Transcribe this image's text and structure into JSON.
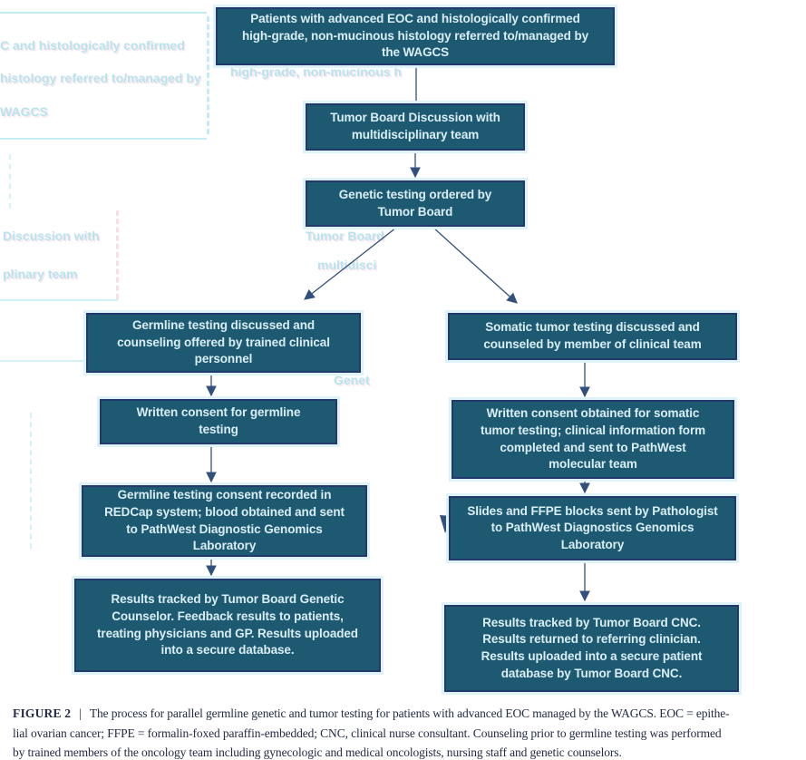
{
  "colors": {
    "node_fill": "#1d5a72",
    "node_border": "#24396b",
    "node_text": "#d9edf4",
    "halo": "#ddf3f9",
    "arrow": "#32507c",
    "caption": "#232c46",
    "ghost": "#9fdbe8"
  },
  "flowchart": {
    "nodes": [
      {
        "id": "patients",
        "text": "Patients with advanced EOC and histologically confirmed\nhigh-grade, non-mucinous histology referred to/managed by\nthe WAGCS"
      },
      {
        "id": "tumor-board",
        "text": "Tumor Board Discussion with\nmultidisciplinary team"
      },
      {
        "id": "genetic",
        "text": "Genetic testing ordered by\nTumor Board"
      },
      {
        "id": "germline-discussed",
        "text": "Germline testing discussed and\ncounseling offered by trained clinical\npersonnel"
      },
      {
        "id": "germline-consent",
        "text": "Written consent for germline\ntesting"
      },
      {
        "id": "germline-recorded",
        "text": "Germline testing consent recorded in\nREDCap system; blood obtained and sent\nto PathWest Diagnostic Genomics\nLaboratory"
      },
      {
        "id": "germline-results",
        "text": "Results tracked by Tumor Board Genetic\nCounselor. Feedback results to patients,\ntreating physicians and GP. Results uploaded\ninto a secure database."
      },
      {
        "id": "somatic-discussed",
        "text": "Somatic tumor testing discussed and\ncounseled by member of clinical team"
      },
      {
        "id": "somatic-consent",
        "text": "Written consent obtained for somatic\ntumor testing; clinical information form\ncompleted and sent to PathWest\nmolecular team"
      },
      {
        "id": "somatic-slides",
        "text": "Slides and FFPE blocks sent by Pathologist\nto PathWest Diagnostics Genomics\nLaboratory"
      },
      {
        "id": "somatic-results",
        "text": "Results tracked by Tumor Board CNC.\nResults returned to referring clinician.\nResults uploaded into a secure patient\ndatabase by Tumor Board CNC."
      }
    ]
  },
  "caption": {
    "label": "FIGURE 2",
    "divider": "|",
    "line1": "The process for parallel germline genetic and tumor testing for patients with advanced EOC managed by the WAGCS. EOC = epithe-",
    "line2": "lial ovarian cancer; FFPE = formalin-foxed paraffin-embedded; CNC, clinical nurse consultant. Counseling prior to germline testing was performed",
    "line3": "by trained members of the oncology team including gynecologic and medical oncologists, nursing staff and genetic counselors."
  },
  "artifacts": {
    "ghost_texts": [
      {
        "text": "C and histologically confirmed"
      },
      {
        "text": "histology referred to/managed by"
      },
      {
        "text": "WAGCS"
      },
      {
        "text": "high-grade, non-mucinous h"
      },
      {
        "text": "Discussion with"
      },
      {
        "text": "plinary team"
      },
      {
        "text": "Tumor Board"
      },
      {
        "text": "multidisci"
      },
      {
        "text": "Genet"
      }
    ]
  }
}
